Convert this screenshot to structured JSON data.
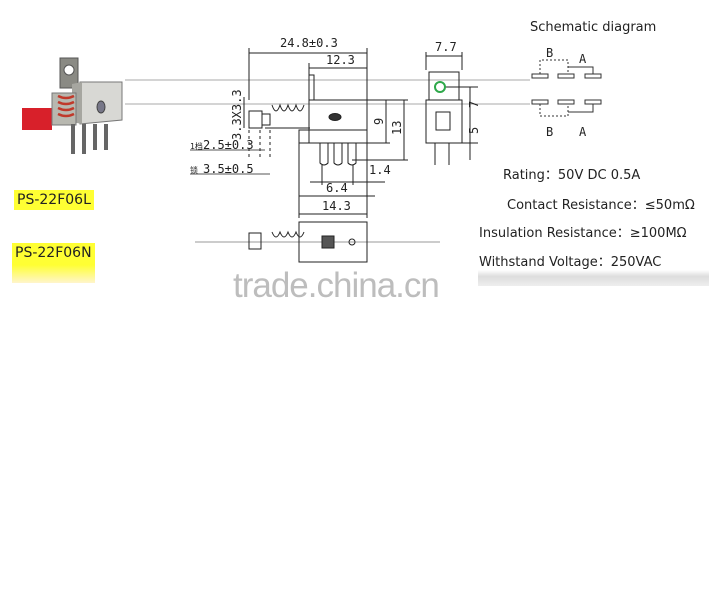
{
  "models": [
    "PS-22F06L",
    "PS-22F06N"
  ],
  "dimensions": {
    "overall_length": "24.8±0.3",
    "body_length": "12.3",
    "width": "7.7",
    "plunger": "3.3X3.3",
    "travel_1": "2.5±0.3",
    "travel_2": "3.5±0.5",
    "height_9": "9",
    "height_13": "13",
    "front_7": "7",
    "front_5": "5",
    "pin_1_4": "1.4",
    "pin_6_4": "6.4",
    "base_14_3": "14.3"
  },
  "schematic": {
    "title": "Schematic diagram",
    "labels": [
      "B",
      "A",
      "B",
      "A"
    ]
  },
  "specs": [
    "Rating：50V DC 0.5A",
    "Contact Resistance：≤50mΩ",
    "Insulation Resistance：≥100MΩ",
    "Withstand Voltage：250VAC"
  ],
  "watermark": "trade.china.cn",
  "colors": {
    "highlight": "#ffff33",
    "switch_red": "#d8202a"
  }
}
